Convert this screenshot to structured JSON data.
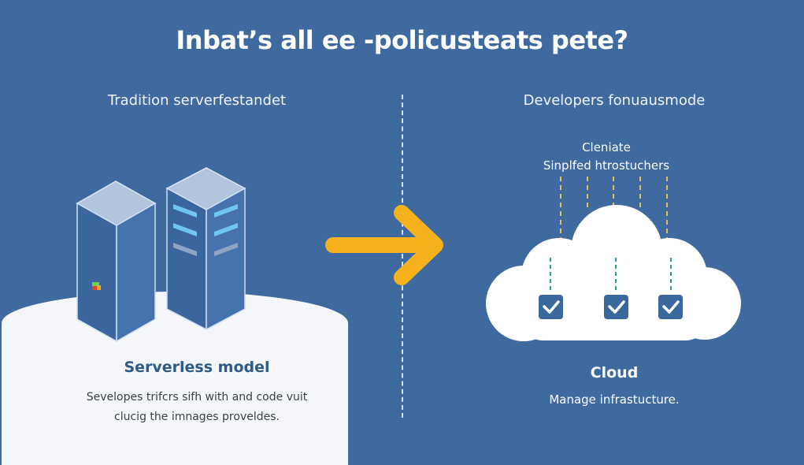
{
  "header": {
    "title": "Inbat’s all ee -policusteats pete?"
  },
  "left": {
    "heading": "Tradition serverfestandet",
    "panel_title": "Serverless model",
    "panel_desc_line1": "Sevelopes trifcrs sifh with and code vuit",
    "panel_desc_line2": "clucig the imnages proveldes."
  },
  "right": {
    "heading": "Developers fonuausmode",
    "cloud_label_line1": "Cleniate",
    "cloud_label_line2": "Sinplfed htrostuchers",
    "cloud_title": "Cloud",
    "cloud_desc": "Manage infrastucture."
  },
  "icons": {
    "servers": "server-rack-icon",
    "arrow": "arrow-right-icon",
    "cloud": "cloud-icon",
    "checks": [
      "checkbox-icon",
      "checkbox-icon",
      "checkbox-icon"
    ]
  },
  "colors": {
    "background": "#3f6a9f",
    "arrow": "#f5b21c",
    "panel": "#f4f6f9",
    "panel_title": "#2f5a85",
    "server_face": "#3d6aa3",
    "server_top": "#b3c4dd",
    "slot_light": "#6fc4f2",
    "check_box": "#3a689c",
    "dash_yellow": "#e3c15a",
    "dash_teal": "#2e9d9a"
  }
}
